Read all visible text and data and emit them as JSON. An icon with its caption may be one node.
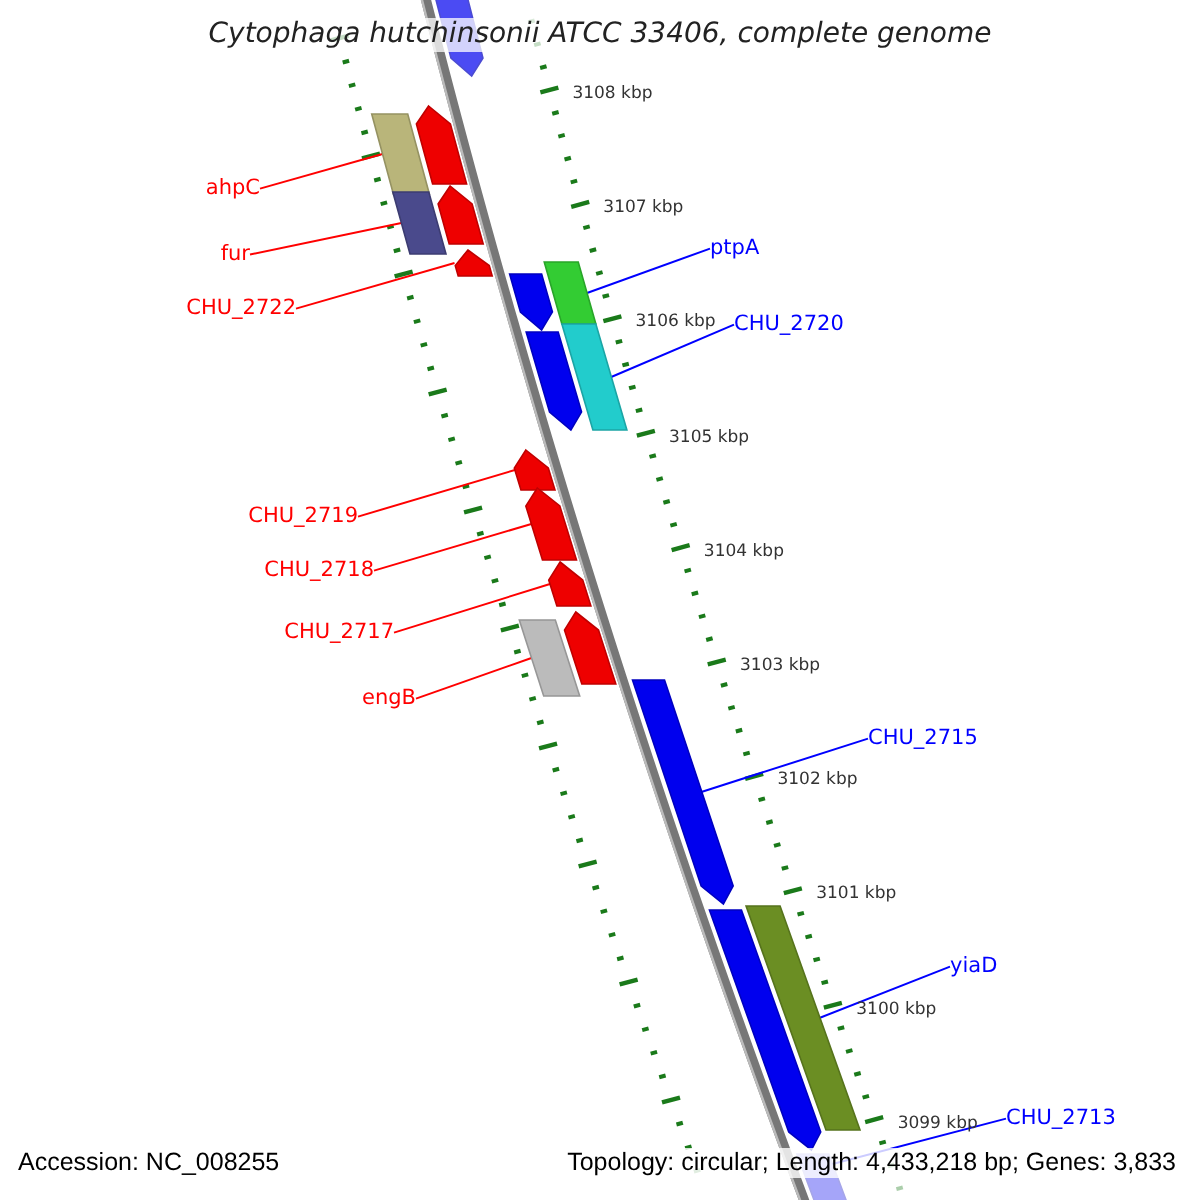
{
  "diagram": {
    "title": "Cytophaga hutchinsonii ATCC 33406, complete genome",
    "nodes": [
      {
        "text": [
          "ahpC"
        ]
      },
      {
        "text": [],
        "shape": "box"
      },
      {
        "text": [
          "ptpA"
        ]
      },
      {
        "text": [],
        "shape": "box"
      },
      {
        "text": [
          "fur"
        ]
      },
      {
        "text": [],
        "shape": "box"
      },
      {
        "text": [
          "CHU_2722"
        ]
      },
      {
        "text": [],
        "shape": "arrow"
      },
      {
        "text": [
          "CHU_2720"
        ]
      },
      {
        "text": [],
        "shape": "box"
      },
      {
        "text": [
          "CHU_2719"
        ]
      },
      {
        "text": [],
        "shape": "arrow"
      },
      {
        "text": [
          "CHU_2718"
        ]
      },
      {
        "text": [],
        "shape": "arrow"
      },
      {
        "text": [
          "CHU_2717"
        ]
      },
      {
        "text": [],
        "shape": "arrow"
      },
      {
        "text": [
          "engB"
        ]
      },
      {
        "text": [],
        "shape": "box"
      },
      {
        "text": [
          "CHU_2715"
        ]
      },
      {
        "text": [],
        "shape": "arrow"
      },
      {
        "text": [
          "yiaD"
        ]
      },
      {
        "text": [],
        "shape": "box"
      },
      {
        "text": [
          "CHU_2713"
        ]
      },
      {
        "text": [],
        "shape": "arrow"
      },
      {
        "text": [],
        "shape": "arrow"
      },
      {
        "text": [],
        "shape": "arrow"
      },
      {
        "text": [],
        "shape": "arrow"
      },
      {
        "text": [],
        "shape": "arrow"
      },
      {
        "text": [],
        "shape": "arrow"
      },
      {
        "text": [],
        "shape": "arrow"
      },
      {
        "text": [],
        "shape": "arrow"
      }
    ],
    "edges": [
      {
        "from": 0,
        "to": 1,
        "arrow": "none"
      },
      {
        "from": 2,
        "to": 3,
        "arrow": "none",
        "color": "#0000ff"
      },
      {
        "from": 4,
        "to": 5,
        "arrow": "none"
      },
      {
        "from": 6,
        "to": 7,
        "arrow": "none"
      },
      {
        "from": 8,
        "to": 9,
        "arrow": "none",
        "color": "#0000ff"
      },
      {
        "from": 10,
        "to": 11,
        "arrow": "none"
      },
      {
        "from": 12,
        "to": 13,
        "arrow": "none"
      },
      {
        "from": 14,
        "to": 15,
        "arrow": "none"
      },
      {
        "from": 16,
        "to": 17,
        "arrow": "none"
      },
      {
        "from": 18,
        "to": 19,
        "arrow": "none",
        "color": "#0000ff"
      },
      {
        "from": 20,
        "to": 21,
        "arrow": "none",
        "color": "#0000ff"
      },
      {
        "from": 22,
        "to": 23,
        "arrow": "none",
        "color": "#0000ff"
      }
    ],
    "labels": [
      "3108 kbp",
      "3107 kbp",
      "3106 kbp",
      "3105 kbp",
      "3104 kbp",
      "3103 kbp",
      "3102 kbp",
      "3101 kbp",
      "3100 kbp",
      "3099 kbp",
      "Accession: NC_008255",
      "Topology: circular; Length: 4,433,218 bp; Genes: 3,833"
    ]
  }
}
